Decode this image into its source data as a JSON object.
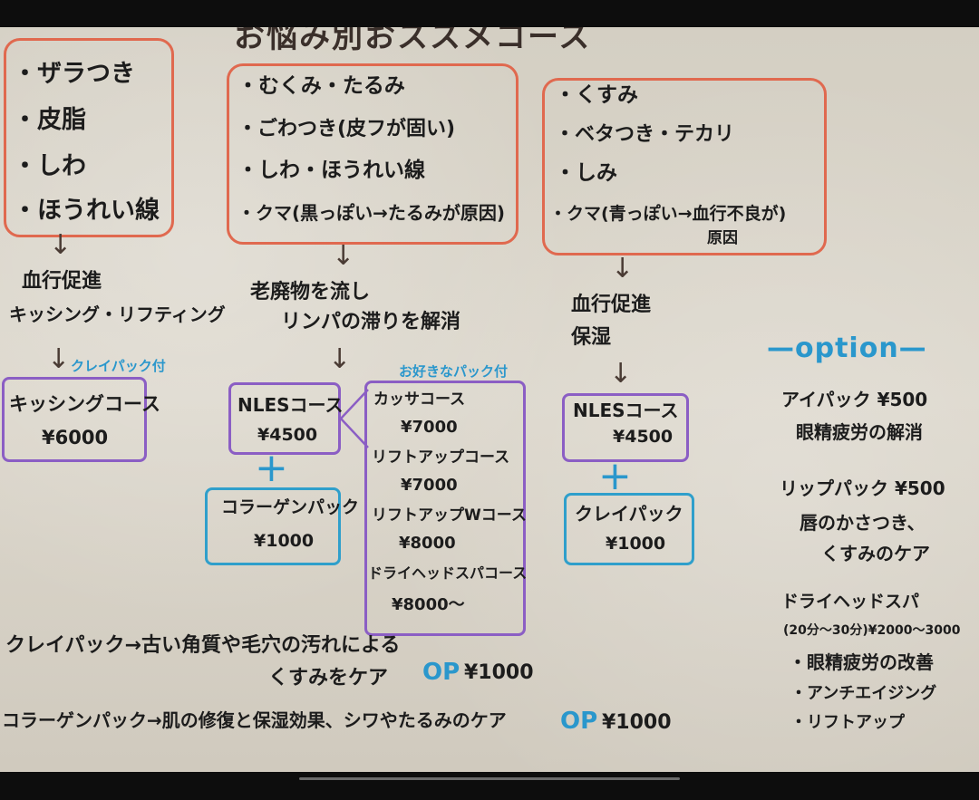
{
  "title": "お悩み別おススメコース",
  "col1": {
    "concerns": [
      "・ザラつき",
      "・皮脂",
      "・しわ",
      "・ほうれい線"
    ],
    "effect": [
      "血行促進",
      "キッシング・リフティング"
    ],
    "badge": "クレイパック付",
    "course_name": "キッシングコース",
    "course_price": "¥6000"
  },
  "col2": {
    "concerns": [
      "・むくみ・たるみ",
      "・ごわつき(皮フが固い)",
      "・しわ・ほうれい線",
      "・クマ(黒っぽい→たるみが原因)"
    ],
    "effect": [
      "老廃物を流し",
      "リンパの滞りを解消"
    ],
    "main_course_name": "NLESコース",
    "main_course_price": "¥4500",
    "addon_name": "コラーゲンパック",
    "addon_price": "¥1000",
    "choice_header": "お好きなパック付",
    "choices": [
      {
        "name": "カッサコース",
        "price": "¥7000"
      },
      {
        "name": "リフトアップコース",
        "price": "¥7000"
      },
      {
        "name": "リフトアップWコース",
        "price": "¥8000"
      },
      {
        "name": "ドライヘッドスパコース",
        "price": "¥8000〜"
      }
    ]
  },
  "col3": {
    "concerns": [
      "・くすみ",
      "・ベタつき・テカリ",
      "・しみ",
      "・クマ(青っぽい→血行不良が)"
    ],
    "concern_note": "原因",
    "effect": [
      "血行促進",
      "保湿"
    ],
    "course_name": "NLESコース",
    "course_price": "¥4500",
    "addon_name": "クレイパック",
    "addon_price": "¥1000"
  },
  "option": {
    "header": "—option—",
    "items": [
      {
        "name": "アイパック ¥500",
        "desc": [
          "眼精疲労の解消"
        ]
      },
      {
        "name": "リップパック ¥500",
        "desc": [
          "唇のかさつき、",
          "くすみのケア"
        ]
      },
      {
        "name": "ドライヘッドスパ",
        "desc": [
          "(20分〜30分)¥2000〜3000",
          "・眼精疲労の改善",
          "・アンチエイジング",
          "・リフトアップ"
        ]
      }
    ]
  },
  "notes": [
    {
      "text": [
        "クレイパック→古い角質や毛穴の汚れによる",
        "くすみをケア"
      ],
      "op": "OP",
      "price": "¥1000"
    },
    {
      "text": [
        "コラーゲンパック→肌の修復と保湿効果、シワやたるみのケア"
      ],
      "op": "OP",
      "price": "¥1000"
    }
  ],
  "symbols": {
    "arrow": "↓",
    "plus": "+"
  },
  "colors": {
    "orange": "#e0694f",
    "purple": "#8b5ec4",
    "teal": "#2f9fcb",
    "paper": "#d9d4c9"
  }
}
